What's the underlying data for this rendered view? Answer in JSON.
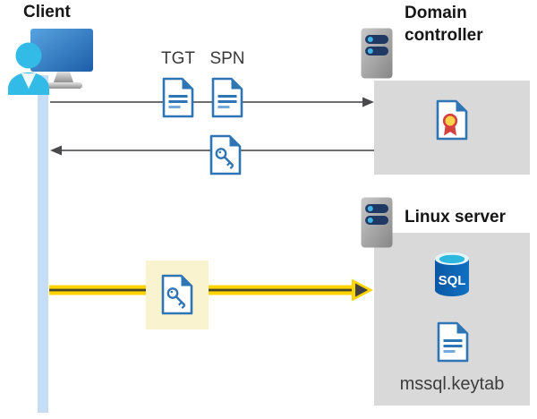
{
  "nodes": {
    "client": {
      "label": "Client"
    },
    "domain_controller": {
      "label": "Domain controller"
    },
    "linux_server": {
      "label": "Linux server"
    }
  },
  "labels": {
    "tgt": "TGT",
    "spn": "SPN",
    "sql": "SQL",
    "keytab_file": "mssql.keytab"
  },
  "icons": {
    "client": "monitor-with-user-icon",
    "server": "server-rack-icon",
    "ticket_document": "document-icon",
    "key_ticket": "document-with-key-icon",
    "certificate": "document-with-certificate-icon",
    "sql_database": "sql-database-cylinder-icon"
  },
  "colors": {
    "doc_blue": "#2E75B6",
    "doc_line_light": "#74A9DC",
    "box_gray": "#D9D9D9",
    "lifeline": "#C7DDF6",
    "highlight": "#FAF3CF",
    "arrow_gray": "#58595B",
    "arrow_head_gray": "#4A4A4C",
    "accent_yellow": "#FFD400",
    "yellow_core": "#4B4A2B",
    "server_pill_navy": "#203864",
    "server_dot_cyan": "#41B6E6",
    "person_cyan": "#33BBE8",
    "sql_body_blue": "#0C63B6",
    "sql_top_cyan": "#2DB8DF",
    "cert_red": "#D6403C",
    "cert_gold": "#FFD24A"
  }
}
